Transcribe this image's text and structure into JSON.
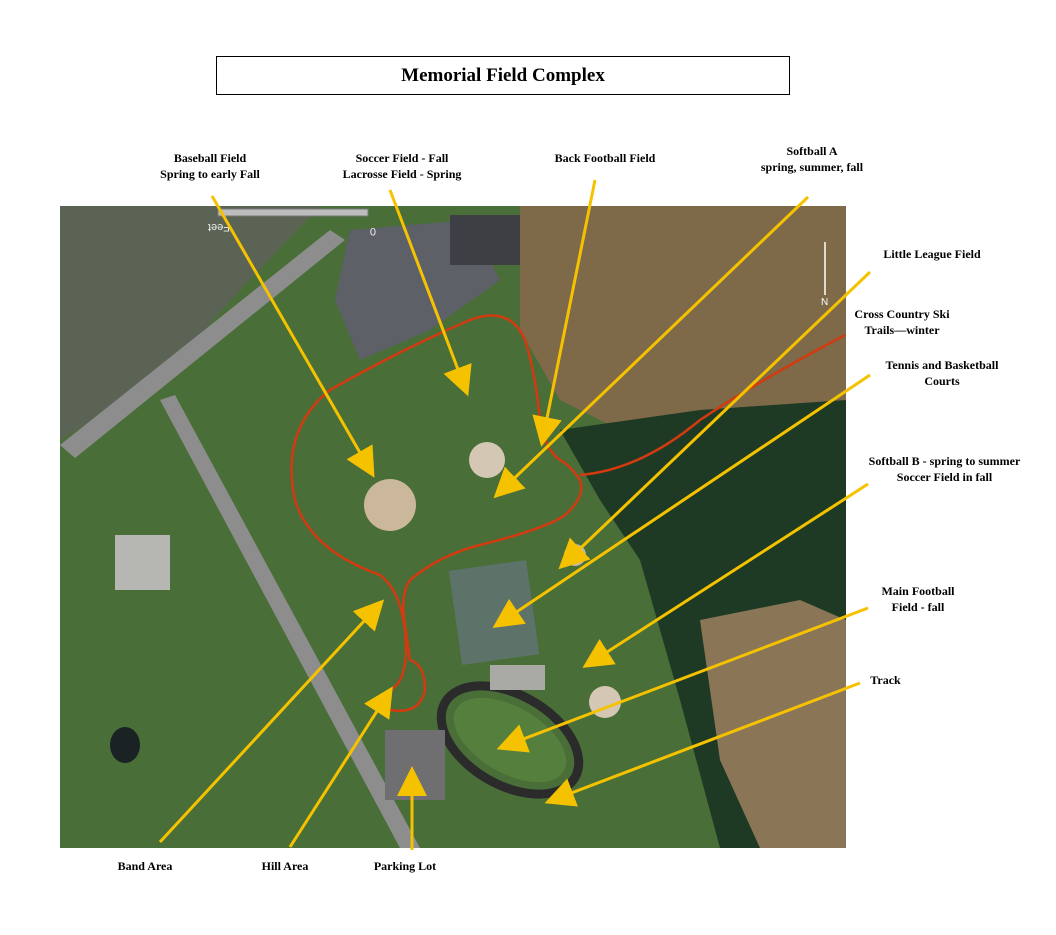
{
  "title": "Memorial Field Complex",
  "scale_bar_text": "Feet",
  "scale_bar_zero": "0",
  "north_label": "N",
  "labels": {
    "baseball": "Baseball Field\nSpring to early Fall",
    "soccer": "Soccer Field - Fall\nLacrosse Field  - Spring",
    "back_football": "Back Football Field",
    "softball_a": "Softball A\nspring, summer, fall",
    "little_league": "Little League Field",
    "cross_country": "Cross Country Ski\nTrails—winter",
    "tennis": "Tennis and Basketball\nCourts",
    "softball_b": "Softball B - spring to summer\nSoccer Field in fall",
    "main_football": "Main Football\nField - fall",
    "track": "Track",
    "band": "Band Area",
    "hill": "Hill Area",
    "parking": "Parking Lot"
  },
  "colors": {
    "arrow": "#f5c200",
    "trail": "#d23a10",
    "grass": "#4f7a3a",
    "forest": "#1f3a24",
    "field_brown": "#7e6a48"
  }
}
